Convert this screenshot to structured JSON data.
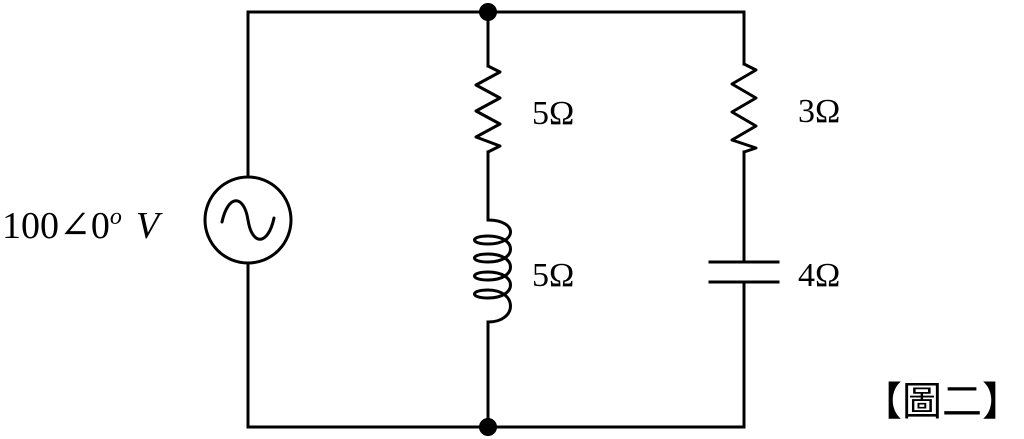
{
  "source": {
    "magnitude": "100",
    "angle_symbol": "∠",
    "phase": "0",
    "degree": "o",
    "unit": "V"
  },
  "branch_middle": {
    "resistor_label": "5Ω",
    "inductor_label": "5Ω"
  },
  "branch_right": {
    "resistor_label": "3Ω",
    "capacitor_label": "4Ω"
  },
  "figure_caption": "【圖二】"
}
